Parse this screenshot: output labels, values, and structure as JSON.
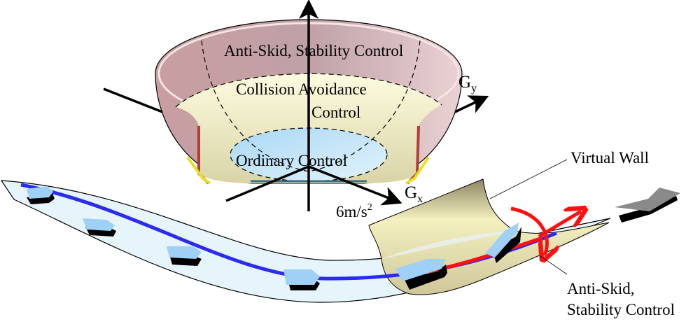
{
  "bowl": {
    "outer_zone_label": "Anti-Skid, Stability Control",
    "middle_zone_label_line1": "Collision Avoidance",
    "middle_zone_label_line2": "Control",
    "inner_zone_label": "Ordinary Control"
  },
  "axes": {
    "gy_main": "G",
    "gy_sub": "y",
    "gx_main": "G",
    "gx_sub": "x",
    "scale_main": "6m/s",
    "scale_sup": "2"
  },
  "scene": {
    "wall_label": "Virtual Wall",
    "control_label_line1": "Anti-Skid,",
    "control_label_line2": "Stability Control"
  },
  "colors": {
    "outer_zone": "#d8b4b6",
    "middle_zone": "#f7f4cc",
    "inner_zone": "#c4e6f8",
    "road": "#e6f4fc",
    "path": "#2a2af0",
    "warning": "#ff1010",
    "wall": "#d9d2a4",
    "vehicle": "#9fd0f5"
  }
}
